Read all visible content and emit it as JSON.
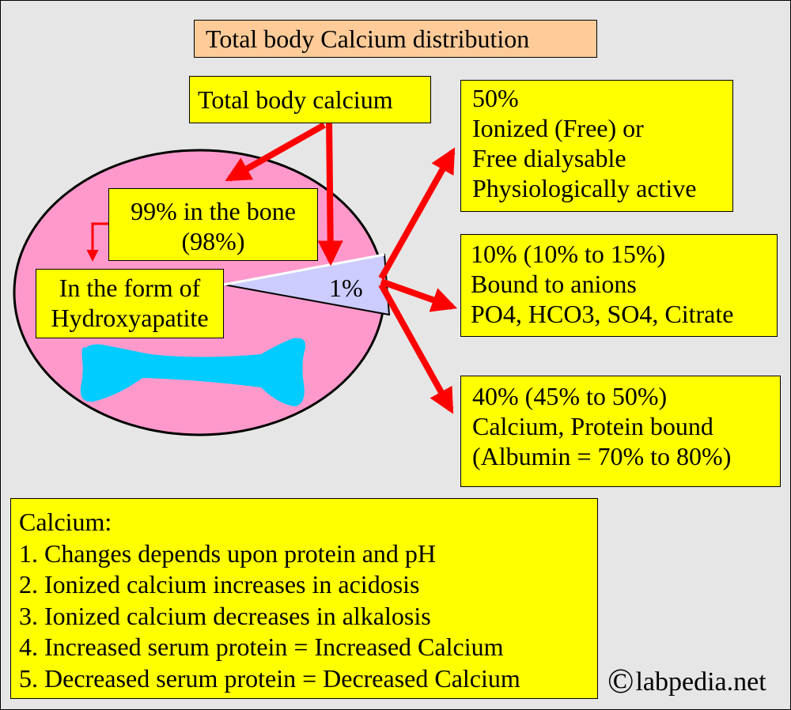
{
  "title": "Total body Calcium distribution",
  "total_label": "Total body calcium",
  "bone": {
    "line1": "99% in the bone",
    "line2": "(98%)"
  },
  "hydroxy": {
    "line1": "In the form of",
    "line2": "Hydroxyapatite"
  },
  "blood_fraction_label": "1%",
  "ionized": {
    "lines": [
      "50%",
      "Ionized (Free) or",
      "Free dialysable",
      "Physiologically active"
    ]
  },
  "anion": {
    "lines": [
      "10% (10% to 15%)",
      "Bound to anions",
      "PO4, HCO3, SO4, Citrate"
    ]
  },
  "protein": {
    "lines": [
      "40% (45% to 50%)",
      "Calcium, Protein bound",
      "(Albumin = 70% to 80%)"
    ]
  },
  "notes": {
    "heading": "Calcium:",
    "items": [
      "1. Changes depends upon protein and pH",
      "2. Ionized calcium increases in acidosis",
      "3. Ionized calcium decreases in alkalosis",
      "4. Increased serum protein = Increased Calcium",
      "5. Decreased serum protein = Decreased Calcium"
    ]
  },
  "copyright": {
    "symbol": "©",
    "text": "labpedia.net"
  },
  "colors": {
    "background": "#e6e6e6",
    "box_fill": "#ffff00",
    "title_fill": "#ffcc99",
    "body_oval": "#ff99cc",
    "wedge": "#ccccff",
    "bone": "#00ccff",
    "arrow": "#ff0000"
  }
}
